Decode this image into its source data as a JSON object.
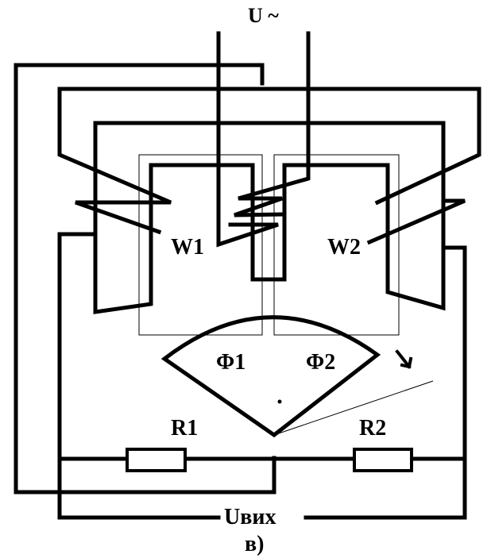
{
  "labels": {
    "supply": "U ~",
    "winding_left": "W1",
    "winding_right": "W2",
    "flux_left": "Φ1",
    "flux_right": "Φ2",
    "resistor_left": "R1",
    "resistor_right": "R2",
    "output": "Uвих",
    "caption": "в)"
  }
}
